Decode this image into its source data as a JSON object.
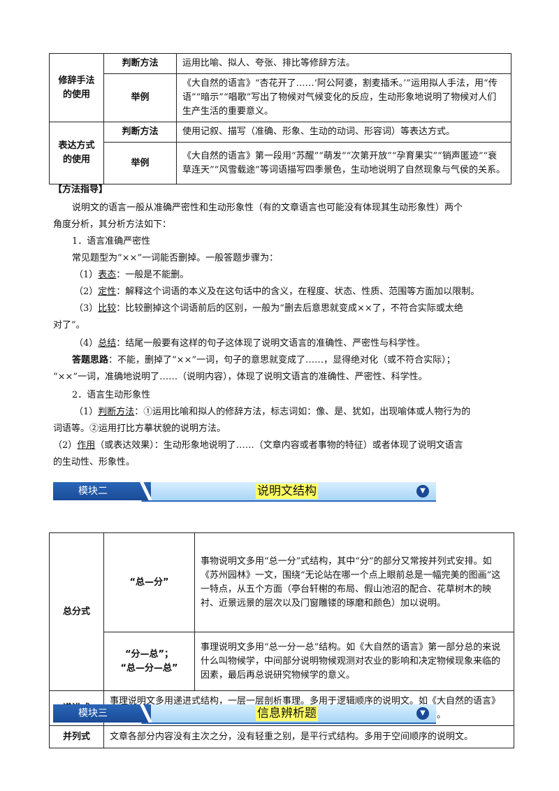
{
  "table1": {
    "rows": [
      {
        "group": "修辞手法的使用",
        "label": "判断方法",
        "content": "运用比喻、拟人、夸张、排比等修辞方法。"
      },
      {
        "group": "修辞手法的使用",
        "label": "举例",
        "content": "《大自然的语言》“杏花开了……‘阿公阿婆，割麦插禾。’”运用拟人手法，用“传语”“暗示”“唱歌”写出了物候对气候变化的反应，生动形象地说明了物候对人们生产生活的重要意义。"
      },
      {
        "group": "表达方式的使用",
        "label": "判断方法",
        "content": "使用记叙、描写（准确、形象、生动的动词、形容词）等表达方式。"
      },
      {
        "group": "表达方式的使用",
        "label": "举例",
        "content": "《大自然的语言》第一段用“苏醒”“萌发”“次第开放”“孕育果实”“销声匿迹”“衰草连天”“风雪载途”等词语描写四季景色，生动地说明了自然现象与气侯的关系。"
      }
    ],
    "group1": "修辞手法的使用",
    "group2": "表达方式的使用"
  },
  "guide": {
    "heading": "【方法指导】",
    "intro1": "说明文的语言一般从准确严密性和生动形象性（有的文章语言也可能没有体现其生动形象性）两个",
    "intro2": "角度分析，其分析方法如下：",
    "s1": "1．语言准确严密性",
    "s1_q": "常见题型为“××”一词能否删掉。一般答题步骤为：",
    "step1_num": "（1）",
    "step1_key": "表态",
    "step1_text": "：一般是不能删。",
    "step2_num": "（2）",
    "step2_key": "定性",
    "step2_text": "：解释这个词语的本义及在这句话中的含义，在程度、状态、性质、范围等方面加以限制。",
    "step3_num": "（3）",
    "step3_key": "比较",
    "step3_text": "：比较删掉这个词语前后的区别，一般为“删去后意思就变成××了，不符合实际或太绝",
    "step3_text2": "对了”。",
    "step4_num": "（4）",
    "step4_key": "总结",
    "step4_text": "：结尾一般要有这样的句子这体现了说明文语言的准确性、严密性与科学性。",
    "idea_key": "答题思路",
    "idea_text": "：不能，删掉了“××”一词，句子的意思就变成了……，显得绝对化（或不符合实际）；",
    "idea_text2": "“××”一词，准确地说明了……（说明内容），体现了说明文语言的准确性、严密性、科学性。",
    "s2": "2．语言生动形象性",
    "p1_num": "（1）",
    "p1_key": "判断方法",
    "p1_text": "：①运用比喻和拟人的修辞方法，标志词如：像、是、犹如，出现喻体或人物行为的",
    "p1_text2": "词语等。②运用打比方摹状貌的说明方法。",
    "p2_num": "（2）",
    "p2_key": "作用",
    "p2_text": "（或表达效果）：生动形象地说明了……（文章内容或者事物的特征）或者体现了说明文语言",
    "p2_text2": "的生动性、形象性。"
  },
  "module2": {
    "tag": "模块二",
    "title": "说明文结构"
  },
  "table2": {
    "zongfen": "总分式",
    "sub1_label": "“总—分”",
    "sub1_text": "事物说明文多用“总一分”式结构，其中“分”的部分又常按并列式安排。如《苏州园林》一文，围绕“无论站在哪一个点上眼前总是一幅完美的图画”这一特点，从五个方面（亭台轩榭的布局、假山池沼的配合、花草树木的映衬、近景远景的层次以及门窗雕镂的琢磨和颜色）加以说明。",
    "sub2_label_a": "“分—总”；",
    "sub2_label_b": "“总—分—总”",
    "sub2_text": "事理说明文多用“总一分一总”结构。如《大自然的语言》第一部分总的来说什么叫物候学，中间部分说明物候观测对农业的影响和决定物候现象来临的因素，最后再总说研究物候学的意义。",
    "dijin": "递进式",
    "dijin_text": "事理说明文多用递进式结构，一层一层剖析事理。多用于逻辑顺序的说明文。如《大自然的语言》从物递进式候现象到物候规律的认知过程是典型的从现象到本质的层层递进式结构。",
    "binglie": "并列式",
    "binglie_text": "文章各部分内容没有主次之分，没有轻重之别，是平行式结构。多用于空间顺序的说明文。"
  },
  "module3": {
    "tag": "模块三",
    "title": "信息辨析题"
  },
  "icons": {
    "band_toggle": "chevron-down-circle-icon"
  }
}
